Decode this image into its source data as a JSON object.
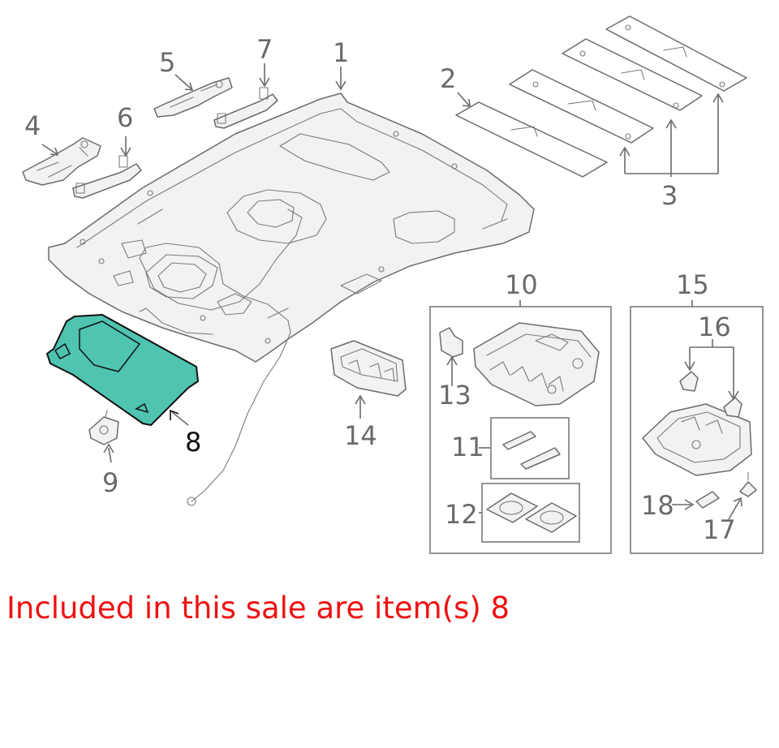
{
  "colors": {
    "highlight_fill": "#4fc4b0",
    "line": "#6b6b6b",
    "note": "#ee1111"
  },
  "callouts": {
    "c1": "1",
    "c2": "2",
    "c3": "3",
    "c4": "4",
    "c5": "5",
    "c6": "6",
    "c7": "7",
    "c8": "8",
    "c9": "9",
    "c10": "10",
    "c11": "11",
    "c12": "12",
    "c13": "13",
    "c14": "14",
    "c15": "15",
    "c16": "16",
    "c17": "17",
    "c18": "18"
  },
  "highlighted_items": [
    "8"
  ],
  "sale_note": "Included in this sale are item(s) 8"
}
